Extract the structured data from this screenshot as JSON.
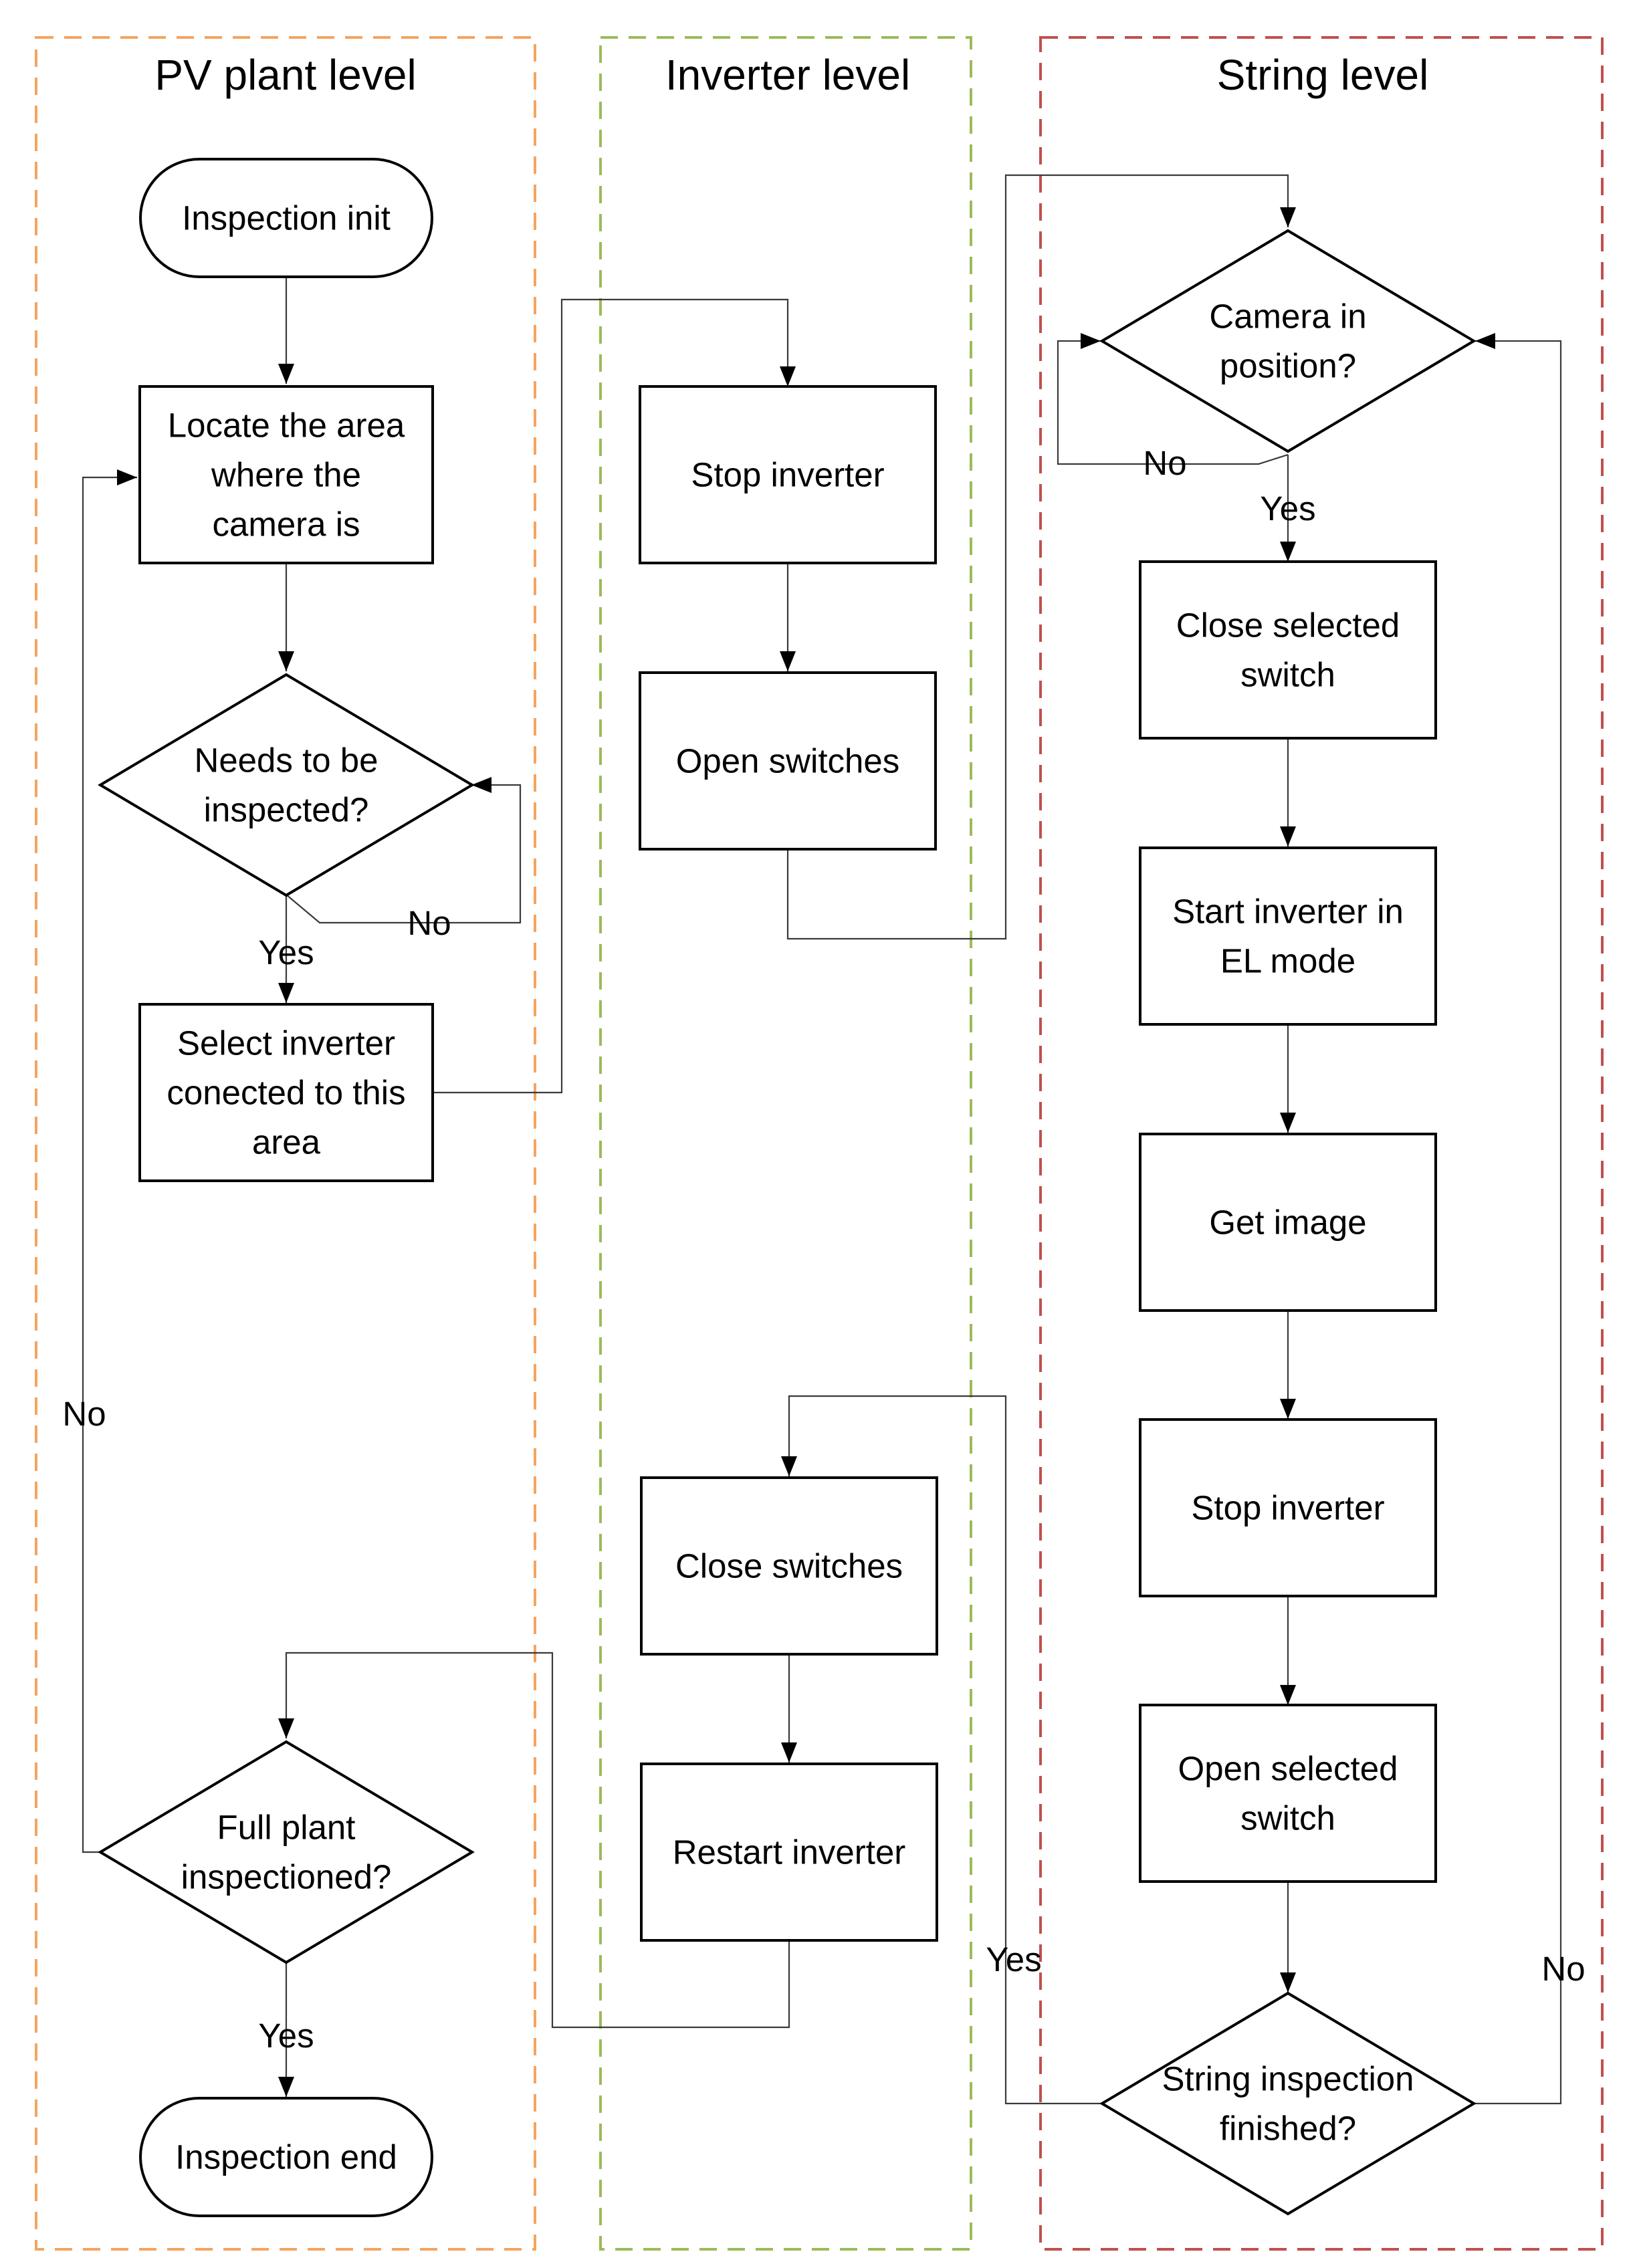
{
  "colors": {
    "pv_lane": "#f4a460",
    "inverter_lane": "#9bbb59",
    "string_lane": "#c0504d",
    "stroke": "#000000",
    "edge": "#3a3a3a"
  },
  "lanes": {
    "pv": {
      "title": "PV plant level"
    },
    "inverter": {
      "title": "Inverter level"
    },
    "string": {
      "title": "String level"
    }
  },
  "nodes": {
    "inspection_init": {
      "lines": [
        "Inspection init"
      ]
    },
    "locate_area": {
      "lines": [
        "Locate the area",
        "where the",
        "camera is"
      ]
    },
    "needs_inspected": {
      "lines": [
        "Needs to be",
        "inspected?"
      ]
    },
    "select_inverter": {
      "lines": [
        "Select inverter",
        "conected to this",
        "area"
      ]
    },
    "full_plant": {
      "lines": [
        "Full plant",
        "inspectioned?"
      ]
    },
    "inspection_end": {
      "lines": [
        "Inspection end"
      ]
    },
    "stop_inverter_1": {
      "lines": [
        "Stop inverter"
      ]
    },
    "open_switches": {
      "lines": [
        "Open switches"
      ]
    },
    "close_switches": {
      "lines": [
        "Close switches"
      ]
    },
    "restart_inverter": {
      "lines": [
        "Restart inverter"
      ]
    },
    "camera_position": {
      "lines": [
        "Camera in",
        "position?"
      ]
    },
    "close_selected": {
      "lines": [
        "Close selected",
        "switch"
      ]
    },
    "start_inverter_el": {
      "lines": [
        "Start inverter in",
        "EL mode"
      ]
    },
    "get_image": {
      "lines": [
        "Get image"
      ]
    },
    "stop_inverter_2": {
      "lines": [
        "Stop inverter"
      ]
    },
    "open_selected": {
      "lines": [
        "Open selected",
        "switch"
      ]
    },
    "string_finished": {
      "lines": [
        "String inspection",
        "finished?"
      ]
    }
  },
  "edge_labels": {
    "needs_no": "No",
    "needs_yes": "Yes",
    "full_no": "No",
    "full_yes": "Yes",
    "camera_no": "No",
    "camera_yes": "Yes",
    "string_yes": "Yes",
    "string_no": "No"
  }
}
